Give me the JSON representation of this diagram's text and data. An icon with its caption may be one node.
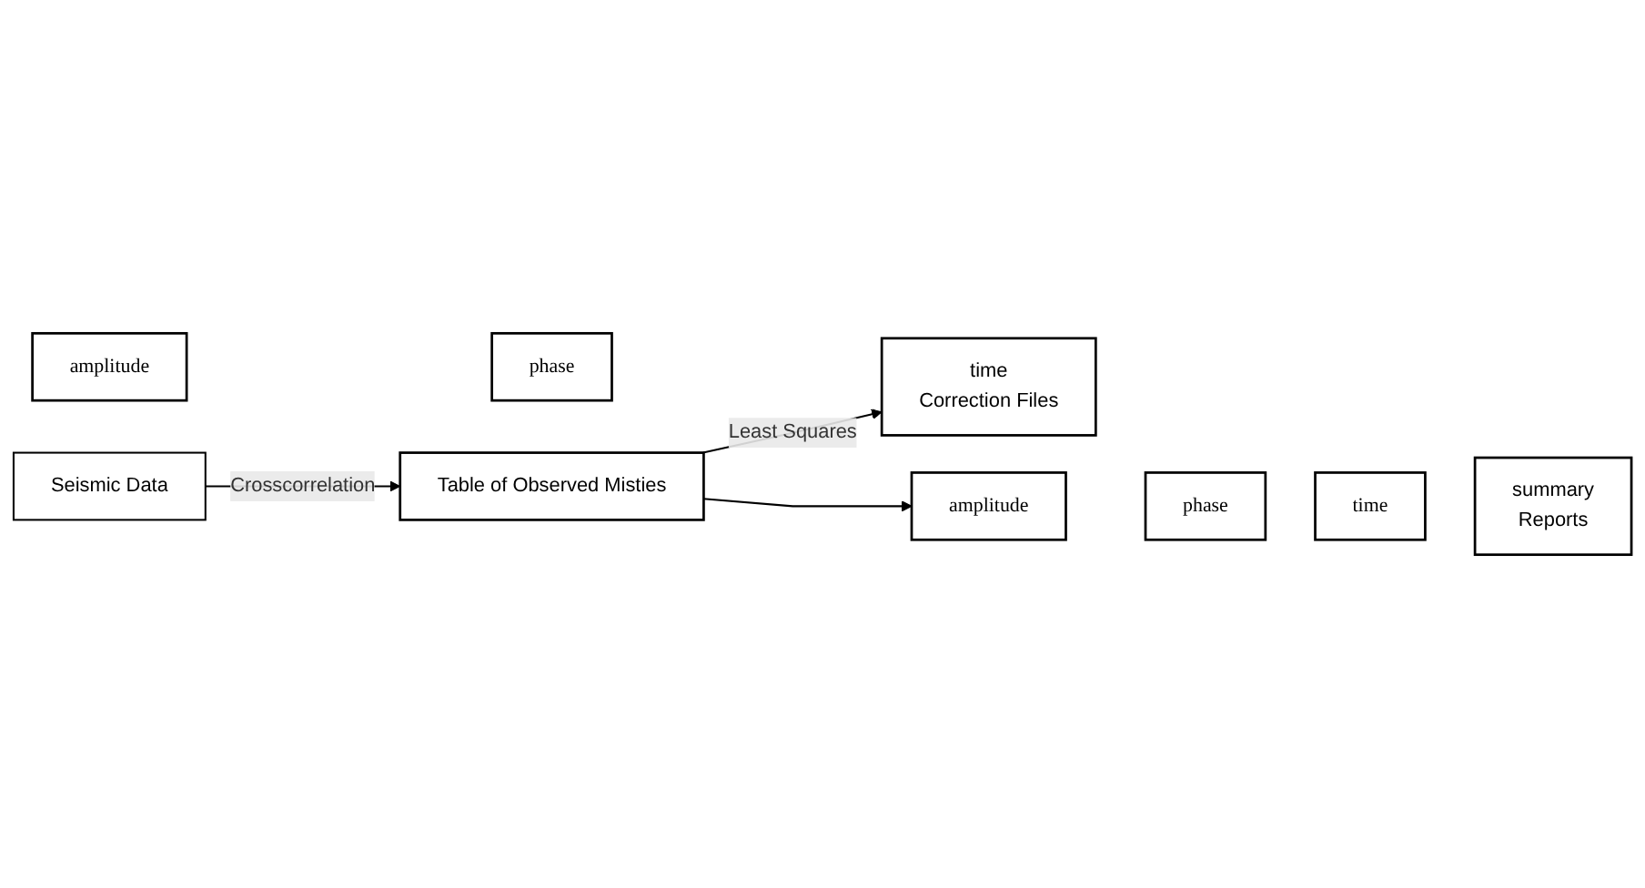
{
  "diagram": {
    "nodes": [
      {
        "text": [
          "Seismic Data"
        ]
      },
      {
        "text": [
          "Table of Observed Misties"
        ]
      },
      {
        "text": [
          "amplitude"
        ]
      },
      {
        "text": [
          "phase"
        ]
      },
      {
        "text": [
          "time",
          "Correction Files"
        ]
      },
      {
        "text": [
          "amplitude"
        ]
      },
      {
        "text": [
          "phase"
        ]
      },
      {
        "text": [
          "time"
        ]
      },
      {
        "text": [
          "summary",
          "Reports"
        ]
      }
    ],
    "edges": [
      {
        "from": 0,
        "to": 1,
        "arrow": "to",
        "label": "Crosscorrelation"
      },
      {
        "from": 1,
        "to": 4,
        "arrow": "to",
        "label": "Least Squares"
      },
      {
        "from": 1,
        "to": 5,
        "arrow": "to"
      }
    ]
  }
}
